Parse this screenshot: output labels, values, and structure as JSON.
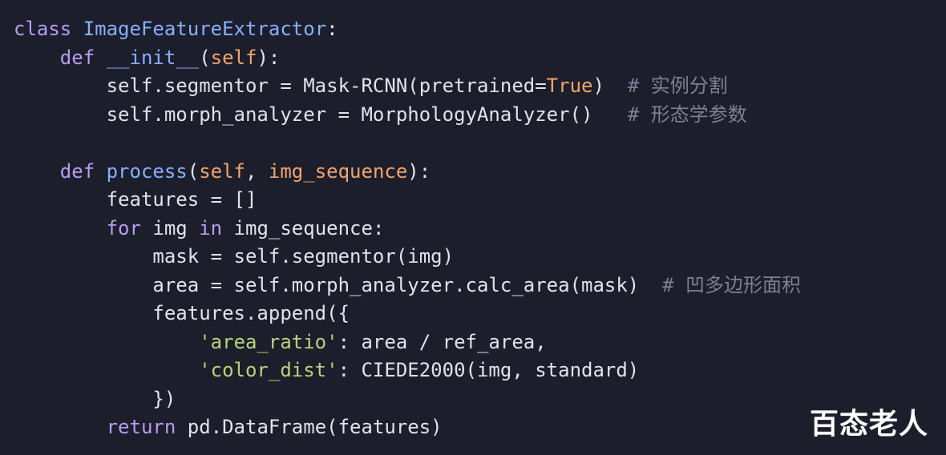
{
  "editor": {
    "lines": [
      [
        [
          "class ",
          "kw"
        ],
        [
          "ImageFeatureExtractor",
          "cls"
        ],
        [
          ":",
          ""
        ]
      ],
      [
        [
          "    ",
          ""
        ],
        [
          "def ",
          "kw"
        ],
        [
          "__init__",
          "fn"
        ],
        [
          "(",
          ""
        ],
        [
          "self",
          "param"
        ],
        [
          "):",
          ""
        ]
      ],
      [
        [
          "        self.segmentor = Mask-RCNN(pretrained=",
          ""
        ],
        [
          "True",
          "bool"
        ],
        [
          ")  ",
          ""
        ],
        [
          "# 实例分割",
          "cmt"
        ]
      ],
      [
        [
          "        self.morph_analyzer = MorphologyAnalyzer()   ",
          ""
        ],
        [
          "# 形态学参数",
          "cmt"
        ]
      ],
      [
        [
          "",
          ""
        ]
      ],
      [
        [
          "    ",
          ""
        ],
        [
          "def ",
          "kw"
        ],
        [
          "process",
          "fn"
        ],
        [
          "(",
          ""
        ],
        [
          "self",
          "param"
        ],
        [
          ", ",
          ""
        ],
        [
          "img_sequence",
          "param"
        ],
        [
          "):",
          ""
        ]
      ],
      [
        [
          "        features = []",
          ""
        ]
      ],
      [
        [
          "        ",
          ""
        ],
        [
          "for ",
          "kw"
        ],
        [
          "img ",
          ""
        ],
        [
          "in ",
          "kw"
        ],
        [
          "img_sequence:",
          ""
        ]
      ],
      [
        [
          "            mask = self.segmentor(img)",
          ""
        ]
      ],
      [
        [
          "            area = self.morph_analyzer.calc_area(mask)  ",
          ""
        ],
        [
          "# 凹多边形面积",
          "cmt"
        ]
      ],
      [
        [
          "            features.append({",
          ""
        ]
      ],
      [
        [
          "                ",
          ""
        ],
        [
          "'area_ratio'",
          "str"
        ],
        [
          ": area / ref_area,",
          ""
        ]
      ],
      [
        [
          "                ",
          ""
        ],
        [
          "'color_dist'",
          "str"
        ],
        [
          ": CIEDE2000(img, standard)",
          ""
        ]
      ],
      [
        [
          "            })",
          ""
        ]
      ],
      [
        [
          "        ",
          ""
        ],
        [
          "return ",
          "kw"
        ],
        [
          "pd.DataFrame(features)",
          ""
        ]
      ]
    ]
  },
  "watermark": {
    "text": "百态老人"
  },
  "colors": {
    "background": "#1d1e2b",
    "keyword": "#b89cf2",
    "function": "#86b0ff",
    "parameter": "#f0a56c",
    "string": "#b7d47a",
    "comment": "#7c7f96",
    "text": "#e2e2ec"
  }
}
